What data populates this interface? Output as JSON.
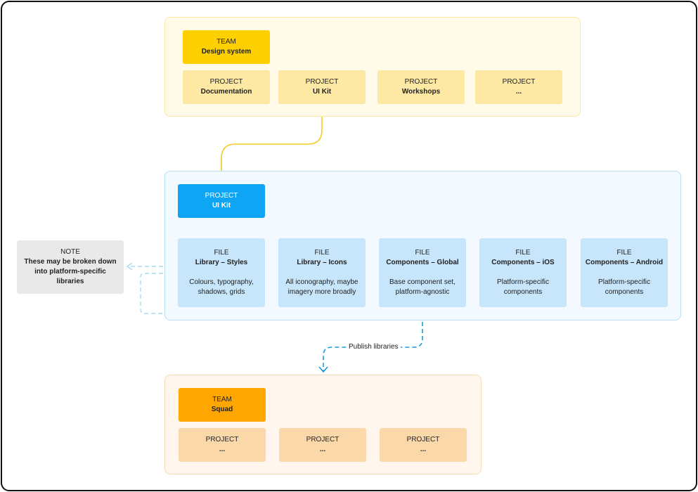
{
  "colors": {
    "team_design_group_bg": "#fffbe8",
    "team_design_group_border": "#fbe7a3",
    "team_design_header": "#ffd000",
    "team_design_project": "#fde9a4",
    "uikit_group_bg": "#f3faff",
    "uikit_group_border": "#b7dff7",
    "uikit_header": "#0ea5f5",
    "uikit_file": "#c7e5fb",
    "squad_group_bg": "#fff7ee",
    "squad_group_border": "#f9d9b1",
    "squad_header": "#ffa600",
    "squad_project": "#fbd8a9",
    "note_bg": "#e9e9e9",
    "connector_yellow": "#f5cc1f",
    "connector_blue": "#1e9ae0",
    "connector_light_blue": "#a8d8f4"
  },
  "design_team": {
    "header": {
      "kind": "TEAM",
      "name": "Design system"
    },
    "projects": [
      {
        "kind": "PROJECT",
        "name": "Documentation"
      },
      {
        "kind": "PROJECT",
        "name": "UI Kit"
      },
      {
        "kind": "PROJECT",
        "name": "Workshops"
      },
      {
        "kind": "PROJECT",
        "name": "..."
      }
    ]
  },
  "uikit_project": {
    "header": {
      "kind": "PROJECT",
      "name": "UI Kit"
    },
    "files": [
      {
        "kind": "FILE",
        "name": "Library – Styles",
        "desc": [
          "Colours, typography,",
          "shadows, grids"
        ]
      },
      {
        "kind": "FILE",
        "name": "Library – Icons",
        "desc": [
          "All iconography, maybe",
          "imagery more broadly"
        ]
      },
      {
        "kind": "FILE",
        "name": "Components – Global",
        "desc": [
          "Base component set,",
          "platform-agnostic"
        ]
      },
      {
        "kind": "FILE",
        "name": "Components – iOS",
        "desc": [
          "Platform-specific",
          "components"
        ]
      },
      {
        "kind": "FILE",
        "name": "Components – Android",
        "desc": [
          "Platform-specific",
          "components"
        ]
      }
    ]
  },
  "note": {
    "kind": "NOTE",
    "lines": [
      "These may be broken down",
      "into platform-specific",
      "libraries"
    ]
  },
  "publish_label": "Publish libraries",
  "squad_team": {
    "header": {
      "kind": "TEAM",
      "name": "Squad"
    },
    "projects": [
      {
        "kind": "PROJECT",
        "name": "..."
      },
      {
        "kind": "PROJECT",
        "name": "..."
      },
      {
        "kind": "PROJECT",
        "name": "..."
      }
    ]
  }
}
